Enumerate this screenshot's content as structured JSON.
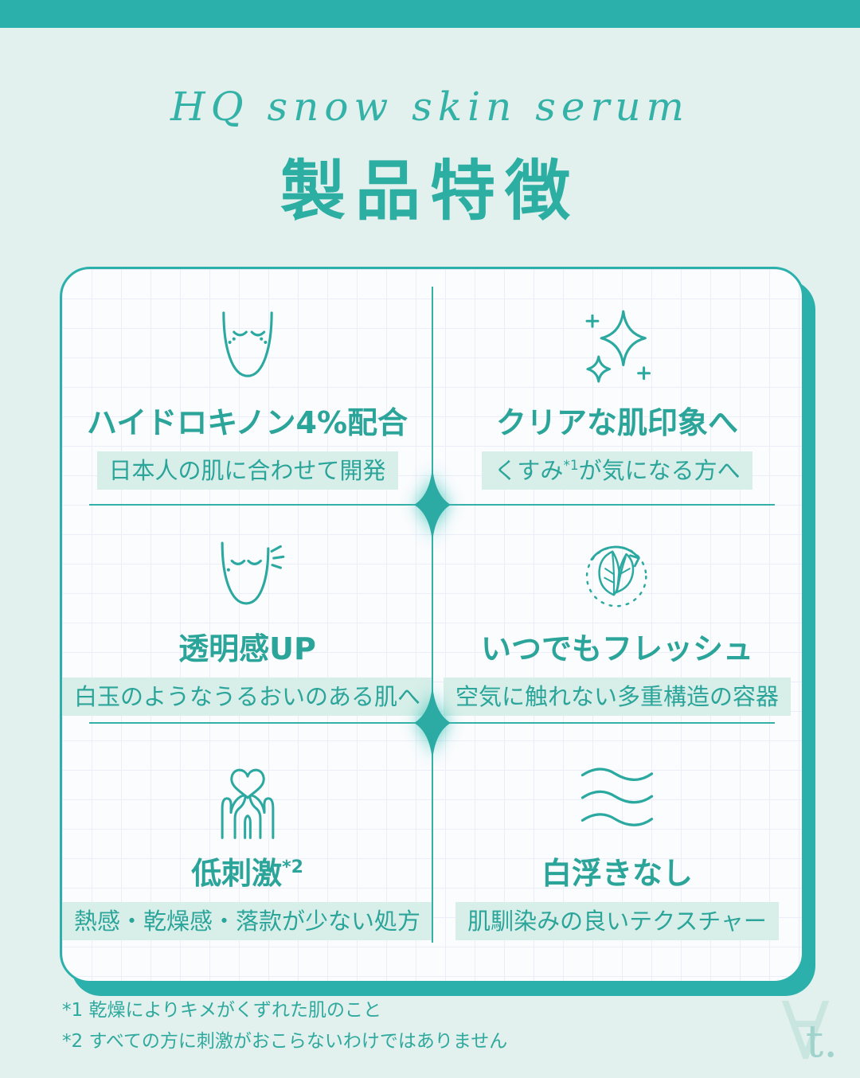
{
  "colors": {
    "accent": "#2BB0AB",
    "teal_text": "#2BA49A",
    "page_bg": "#E2F1ED",
    "highlight_bg": "#D8EFE9",
    "card_bg": "#FBFCFE"
  },
  "header": {
    "script_title": "HQ snow skin serum",
    "title": "製品特徴"
  },
  "features": [
    {
      "icon": "face-freckles-icon",
      "title": "ハイドロキノン4%配合",
      "title_sup": "",
      "subtitle_pre": "日本人の肌に合わせて開発",
      "subtitle_sup": "",
      "subtitle_post": ""
    },
    {
      "icon": "sparkles-icon",
      "title": "クリアな肌印象へ",
      "title_sup": "",
      "subtitle_pre": "くすみ",
      "subtitle_sup": "*1",
      "subtitle_post": "が気になる方へ"
    },
    {
      "icon": "face-glow-icon",
      "title": "透明感UP",
      "title_sup": "",
      "subtitle_pre": "白玉のようなうるおいのある肌へ",
      "subtitle_sup": "",
      "subtitle_post": ""
    },
    {
      "icon": "leaf-refresh-icon",
      "title": "いつでもフレッシュ",
      "title_sup": "",
      "subtitle_pre": "空気に触れない多重構造の容器",
      "subtitle_sup": "",
      "subtitle_post": ""
    },
    {
      "icon": "hands-heart-icon",
      "title": "低刺激",
      "title_sup": "*2",
      "subtitle_pre": "熱感・乾燥感・落款が少ない処方",
      "subtitle_sup": "",
      "subtitle_post": ""
    },
    {
      "icon": "waves-icon",
      "title": "白浮きなし",
      "title_sup": "",
      "subtitle_pre": "肌馴染みの良いテクスチャー",
      "subtitle_sup": "",
      "subtitle_post": ""
    }
  ],
  "footnotes": [
    "*1 乾燥によりキメがくずれた肌のこと",
    "*2 すべての方に刺激がおこらないわけではありません"
  ],
  "logo": {
    "mark": "∀",
    "suffix": "t."
  }
}
